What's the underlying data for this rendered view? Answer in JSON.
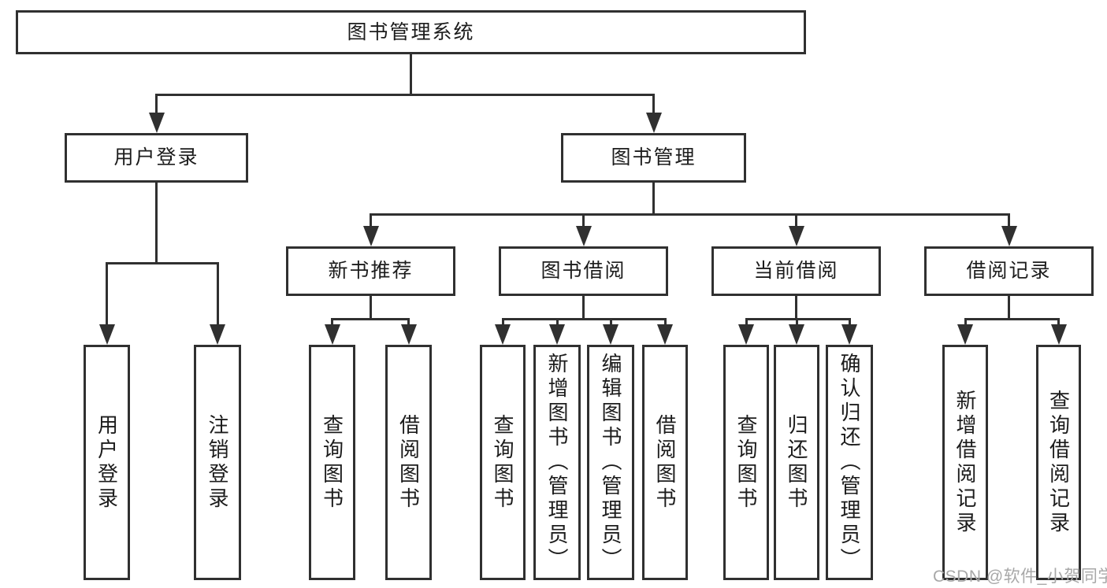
{
  "diagram": {
    "type": "tree",
    "title": "图书管理系统"
  },
  "watermark": {
    "text": "CSDN @软件_小贺同学",
    "color": "#a8a8a8"
  },
  "colors": {
    "line": "#303030",
    "box_border": "#303030",
    "text": "#1c1c1c",
    "background": "#ffffff"
  },
  "nodes": [
    {
      "id": "root",
      "label": "图书管理系统",
      "parent": null,
      "text_direction": "horizontal"
    },
    {
      "id": "user-login",
      "label": "用户登录",
      "parent": "root",
      "text_direction": "horizontal"
    },
    {
      "id": "book-management",
      "label": "图书管理",
      "parent": "root",
      "text_direction": "horizontal"
    },
    {
      "id": "new-book-recommend",
      "label": "新书推荐",
      "parent": "book-management",
      "text_direction": "horizontal"
    },
    {
      "id": "book-borrowing",
      "label": "图书借阅",
      "parent": "book-management",
      "text_direction": "horizontal"
    },
    {
      "id": "current-borrowing",
      "label": "当前借阅",
      "parent": "book-management",
      "text_direction": "horizontal"
    },
    {
      "id": "borrowing-records",
      "label": "借阅记录",
      "parent": "book-management",
      "text_direction": "horizontal"
    },
    {
      "id": "leaf-user-login",
      "label": "用户登录",
      "parent": "user-login",
      "text_direction": "vertical"
    },
    {
      "id": "leaf-logout",
      "label": "注销登录",
      "parent": "user-login",
      "text_direction": "vertical"
    },
    {
      "id": "leaf-nbr-query-books",
      "label": "查询图书",
      "parent": "new-book-recommend",
      "text_direction": "vertical"
    },
    {
      "id": "leaf-nbr-borrow-books",
      "label": "借阅图书",
      "parent": "new-book-recommend",
      "text_direction": "vertical"
    },
    {
      "id": "leaf-bb-query-books",
      "label": "查询图书",
      "parent": "book-borrowing",
      "text_direction": "vertical"
    },
    {
      "id": "leaf-bb-add-books",
      "label": "新增图书（管理员）",
      "parent": "book-borrowing",
      "text_direction": "vertical"
    },
    {
      "id": "leaf-bb-edit-books",
      "label": "编辑图书（管理员）",
      "parent": "book-borrowing",
      "text_direction": "vertical"
    },
    {
      "id": "leaf-bb-borrow-books",
      "label": "借阅图书",
      "parent": "book-borrowing",
      "text_direction": "vertical"
    },
    {
      "id": "leaf-cb-query-books",
      "label": "查询图书",
      "parent": "current-borrowing",
      "text_direction": "vertical"
    },
    {
      "id": "leaf-cb-return-books",
      "label": "归还图书",
      "parent": "current-borrowing",
      "text_direction": "vertical"
    },
    {
      "id": "leaf-cb-confirm-return",
      "label": "确认归还（管理员）",
      "parent": "current-borrowing",
      "text_direction": "vertical"
    },
    {
      "id": "leaf-br-add-record",
      "label": "新增借阅记录",
      "parent": "borrowing-records",
      "text_direction": "vertical"
    },
    {
      "id": "leaf-br-query-record",
      "label": "查询借阅记录",
      "parent": "borrowing-records",
      "text_direction": "vertical"
    }
  ]
}
